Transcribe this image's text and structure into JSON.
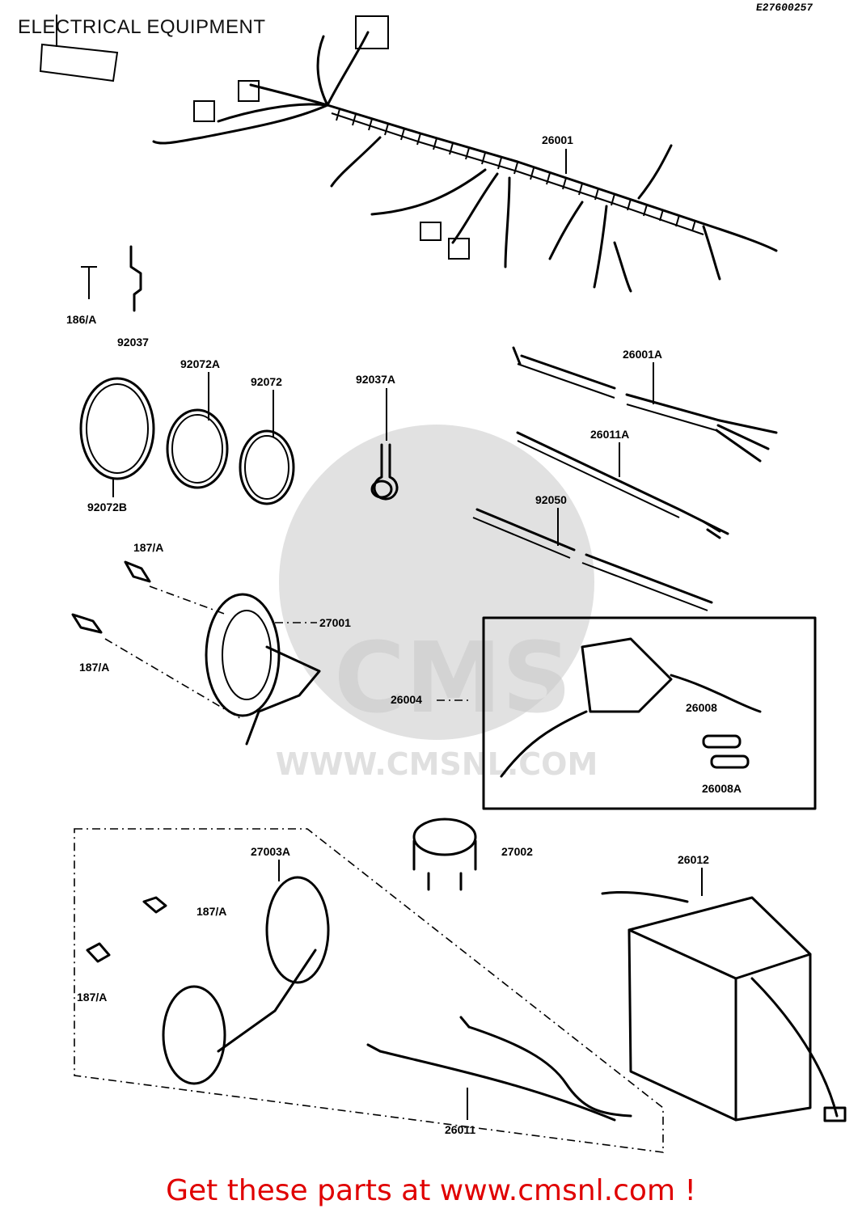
{
  "page": {
    "title": "ELECTRICAL EQUIPMENT",
    "diagram_code": "E27600257",
    "footer_text": "Get these parts at www.cmsnl.com !",
    "watermark_logo": "CMS",
    "watermark_url": "WWW.CMSNL.COM"
  },
  "parts": [
    {
      "id": "26001"
    },
    {
      "id": "186/A"
    },
    {
      "id": "92037"
    },
    {
      "id": "92072A"
    },
    {
      "id": "92072"
    },
    {
      "id": "92072B"
    },
    {
      "id": "92037A"
    },
    {
      "id": "26001A"
    },
    {
      "id": "26011A"
    },
    {
      "id": "92050"
    },
    {
      "id": "187/A"
    },
    {
      "id": "27001"
    },
    {
      "id": "187/A"
    },
    {
      "id": "26004"
    },
    {
      "id": "26008"
    },
    {
      "id": "26008A"
    },
    {
      "id": "27002"
    },
    {
      "id": "27003A"
    },
    {
      "id": "187/A"
    },
    {
      "id": "187/A"
    },
    {
      "id": "26012"
    },
    {
      "id": "26011"
    }
  ],
  "colors": {
    "footer": "#e00000",
    "watermark": "#c8c8c8"
  }
}
